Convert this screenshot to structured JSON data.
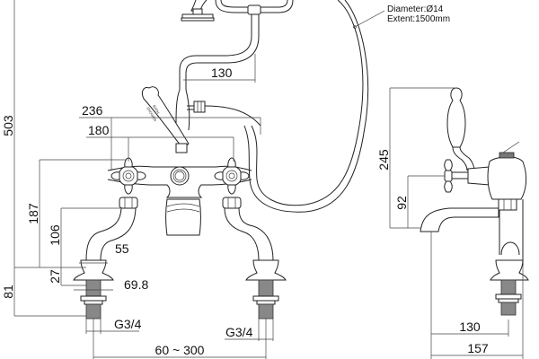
{
  "drawing": {
    "title": "Bath shower mixer technical drawing",
    "hose_note": {
      "diameter": "Diameter:Ø14",
      "extent": "Extent:1500mm"
    },
    "handle_label": [
      "SHOWER",
      "BATH"
    ],
    "front_view": {
      "dimensions": {
        "overall_height": "503",
        "handle_span": "236",
        "valve_centers": "180",
        "hose_offset": "130",
        "valve_height": "187",
        "leg_height": "106",
        "leg_width": "55",
        "base_height": "27",
        "base_flange": "69.8",
        "below_deck": "81",
        "thread_left": "G3/4",
        "thread_right": "G3/4",
        "centers_range": "60 ~ 300"
      }
    },
    "side_view": {
      "dimensions": {
        "total_height": "245",
        "spout_height": "92",
        "spout_reach": "130",
        "overall_depth": "157"
      }
    }
  }
}
